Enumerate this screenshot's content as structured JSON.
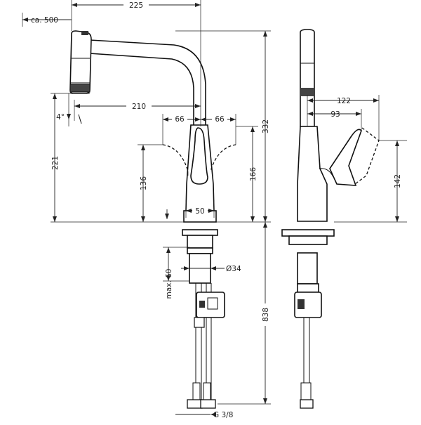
{
  "drawing": {
    "front_view": {
      "overall_width": "225",
      "hose_extension": "ca. 500",
      "spout_reach": "210",
      "tilt_angle": "4°",
      "swing_left": "66",
      "swing_right": "66",
      "spout_height": "221",
      "handle_height_left": "136",
      "handle_height_right": "166",
      "total_height": "332",
      "base_width": "50",
      "max_thickness": "max. 60",
      "shank_diameter": "Ø34",
      "hose_length": "838",
      "connection_thread": "G 3/8"
    },
    "side_view": {
      "lever_reach_outer": "122",
      "lever_reach_inner": "93",
      "lever_height": "142"
    }
  }
}
